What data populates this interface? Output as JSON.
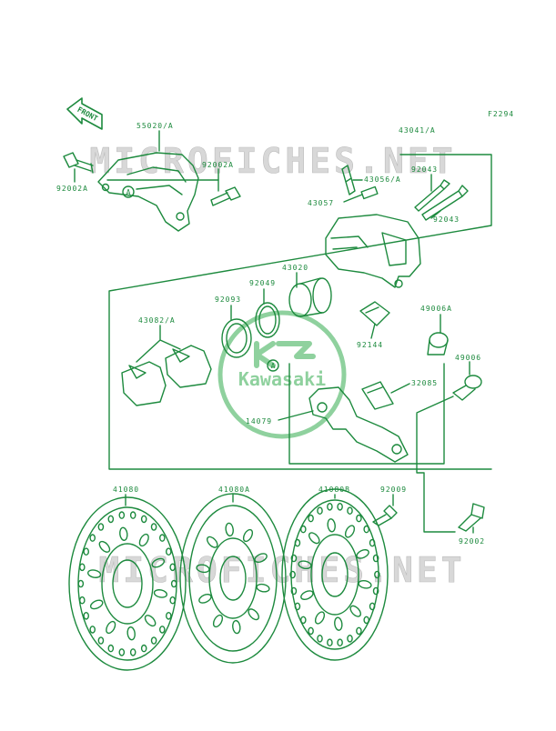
{
  "figure_code": "F2294",
  "front_label": "FRONT",
  "watermark": "MICROFICHES.NET",
  "logo_text": "Kawasaki",
  "ref_mark": "A",
  "colors": {
    "ink": "#1d8a3e",
    "watermark": "#cfcfcf",
    "logo": "#7ac48a"
  },
  "part_numbers": {
    "p55020a": "55020/A",
    "p92002a_left": "92002A",
    "p92002a_right": "92002A",
    "p43041a": "43041/A",
    "p43056a": "43056/A",
    "p92043_top": "92043",
    "p43057": "43057",
    "p92043_bottom": "92043",
    "p43020": "43020",
    "p92049": "92049",
    "p92093": "92093",
    "p43082a": "43082/A",
    "p49006a": "49006A",
    "p92144": "92144",
    "p49006": "49006",
    "p32085": "32085",
    "p14079": "14079",
    "p41080": "41080",
    "p41080a": "41080A",
    "p41080b": "41080B",
    "p92009": "92009",
    "p92002": "92002"
  }
}
